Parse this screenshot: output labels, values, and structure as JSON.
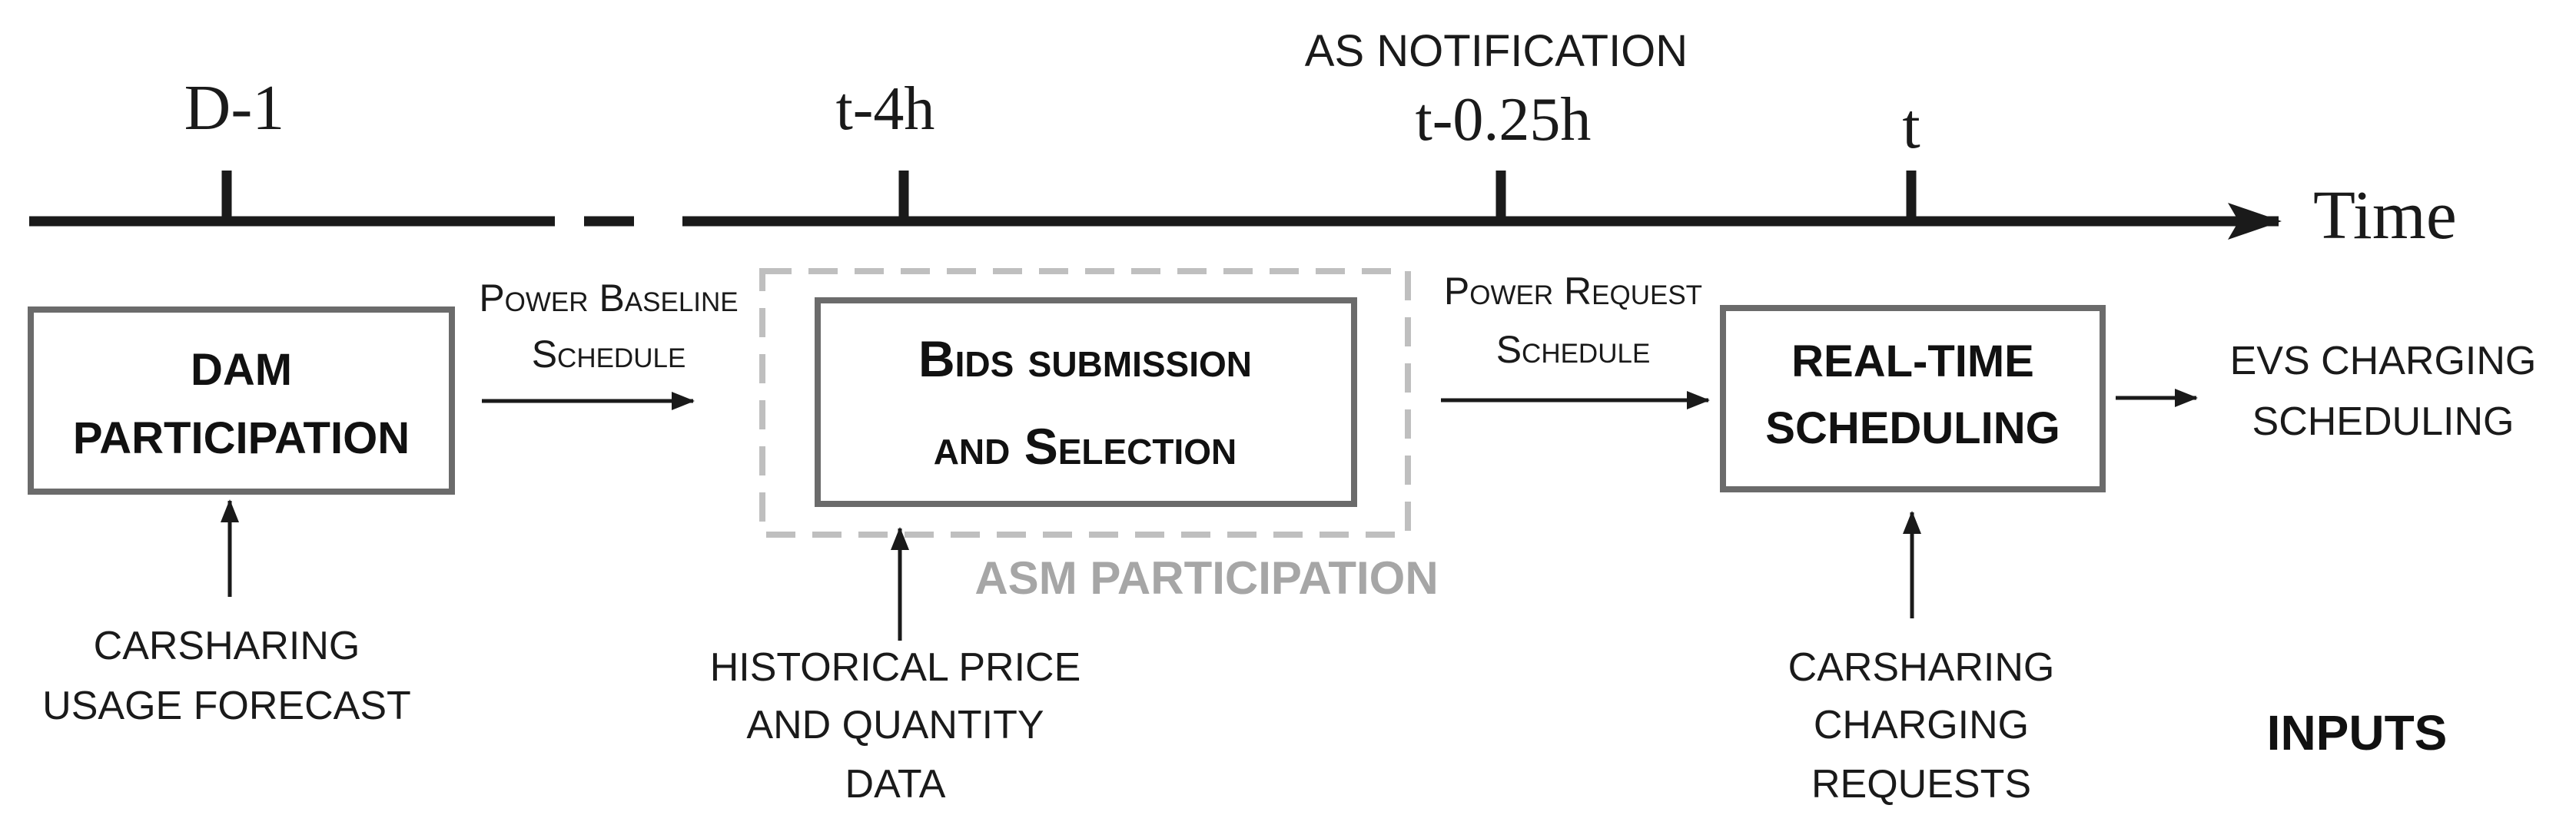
{
  "timeline": {
    "axis_label": "Time",
    "ticks": [
      "D-1",
      "t-4h",
      "t-0.25h",
      "t"
    ],
    "notification": "AS NOTIFICATION"
  },
  "boxes": {
    "dam": [
      "DAM",
      "PARTICIPATION"
    ],
    "bids": [
      "Bids submission",
      "and Selection"
    ],
    "realtime": [
      "REAL-TIME",
      "SCHEDULING"
    ]
  },
  "asm_group_label": "ASM PARTICIPATION",
  "flows": {
    "baseline": [
      "Power Baseline",
      "Schedule"
    ],
    "request": [
      "Power Request",
      "Schedule"
    ],
    "output": [
      "EVS CHARGING",
      "SCHEDULING"
    ]
  },
  "inputs": {
    "title": "INPUTS",
    "dam": [
      "CARSHARING",
      "USAGE FORECAST"
    ],
    "bids": [
      "HISTORICAL PRICE",
      "AND QUANTITY",
      "DATA"
    ],
    "realtime": [
      "CARSHARING",
      "CHARGING",
      "REQUESTS"
    ]
  },
  "colors": {
    "line": "#1a1a1a",
    "box_border": "#6b6b6b",
    "dashed_group": "#bfbfbf",
    "group_label": "#a6a6a6"
  }
}
